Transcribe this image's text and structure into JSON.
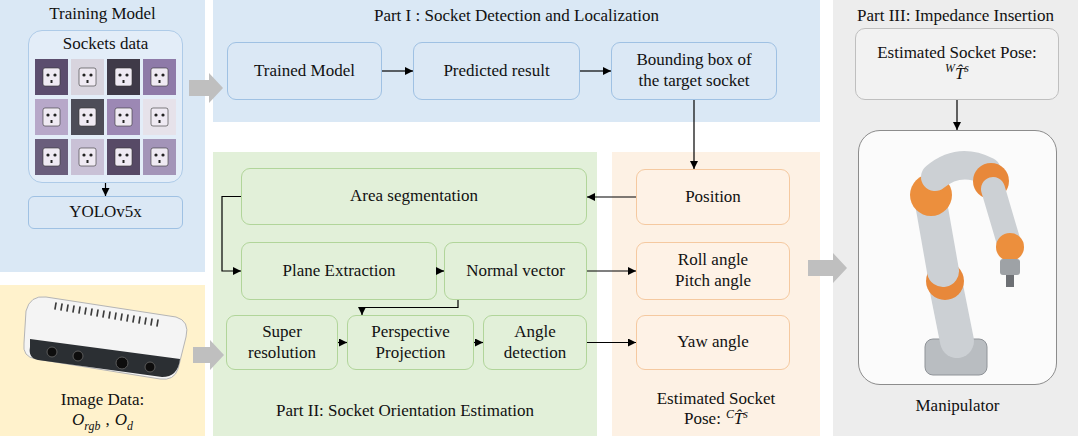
{
  "diagram": {
    "nodes": [
      {
        "text": [
          "Training Model"
        ]
      },
      {
        "text": [
          "Sockets data"
        ],
        "in": 0
      },
      {
        "text": [
          "YOLOv5x"
        ],
        "in": 0
      },
      {
        "text": [
          "Part I : Socket Detection and Localization"
        ]
      },
      {
        "text": [
          "Trained Model"
        ],
        "in": 3
      },
      {
        "text": [
          "Predicted result"
        ],
        "in": 3
      },
      {
        "text": [
          "Bounding box of the target socket"
        ],
        "in": 3
      },
      {
        "text": [
          "Part III: Impedance Insertion"
        ]
      },
      {
        "text": [
          "Estimated Socket Pose:",
          "W",
          "T̂",
          "s"
        ],
        "in": 7
      },
      {
        "text": [
          "Manipulator"
        ],
        "in": 7
      },
      {
        "text": [
          "Image Data:",
          "O",
          "rgb",
          ",",
          "O",
          "d"
        ]
      },
      {
        "text": [
          "Part II: Socket Orientation Estimation"
        ]
      },
      {
        "text": [
          "Area segmentation"
        ],
        "in": 11
      },
      {
        "text": [
          "Plane Extraction"
        ],
        "in": 11
      },
      {
        "text": [
          "Normal vector"
        ],
        "in": 11
      },
      {
        "text": [
          "Super resolution"
        ],
        "in": 11
      },
      {
        "text": [
          "Perspective Projection"
        ],
        "in": 11
      },
      {
        "text": [
          "Angle detection"
        ],
        "in": 11
      },
      {
        "text": [
          "Estimated Socket Pose:",
          "C",
          "T̂",
          "s"
        ]
      },
      {
        "text": [
          "Position"
        ],
        "in": 18
      },
      {
        "text": [
          "Roll angle Pitch angle"
        ],
        "in": 18
      },
      {
        "text": [
          "Yaw angle"
        ],
        "in": 18
      }
    ],
    "edges": [
      {
        "from": 0,
        "to": 3,
        "arrow": "to"
      },
      {
        "from": 1,
        "to": 2,
        "arrow": "to"
      },
      {
        "from": 4,
        "to": 5,
        "arrow": "to"
      },
      {
        "from": 5,
        "to": 6,
        "arrow": "to"
      },
      {
        "from": 6,
        "to": 19,
        "arrow": "to"
      },
      {
        "from": 19,
        "to": 12,
        "arrow": "to"
      },
      {
        "from": 12,
        "to": 13,
        "arrow": "to"
      },
      {
        "from": 13,
        "to": 14,
        "arrow": "to"
      },
      {
        "from": 14,
        "to": 20,
        "arrow": "to"
      },
      {
        "from": 14,
        "to": 16,
        "arrow": "to"
      },
      {
        "from": 15,
        "to": 16,
        "arrow": "to"
      },
      {
        "from": 16,
        "to": 17,
        "arrow": "to"
      },
      {
        "from": 17,
        "to": 21,
        "arrow": "to"
      },
      {
        "from": 10,
        "to": 11,
        "arrow": "to"
      },
      {
        "from": 18,
        "to": 7,
        "arrow": "to"
      },
      {
        "from": 8,
        "to": 9,
        "arrow": "to"
      }
    ]
  }
}
